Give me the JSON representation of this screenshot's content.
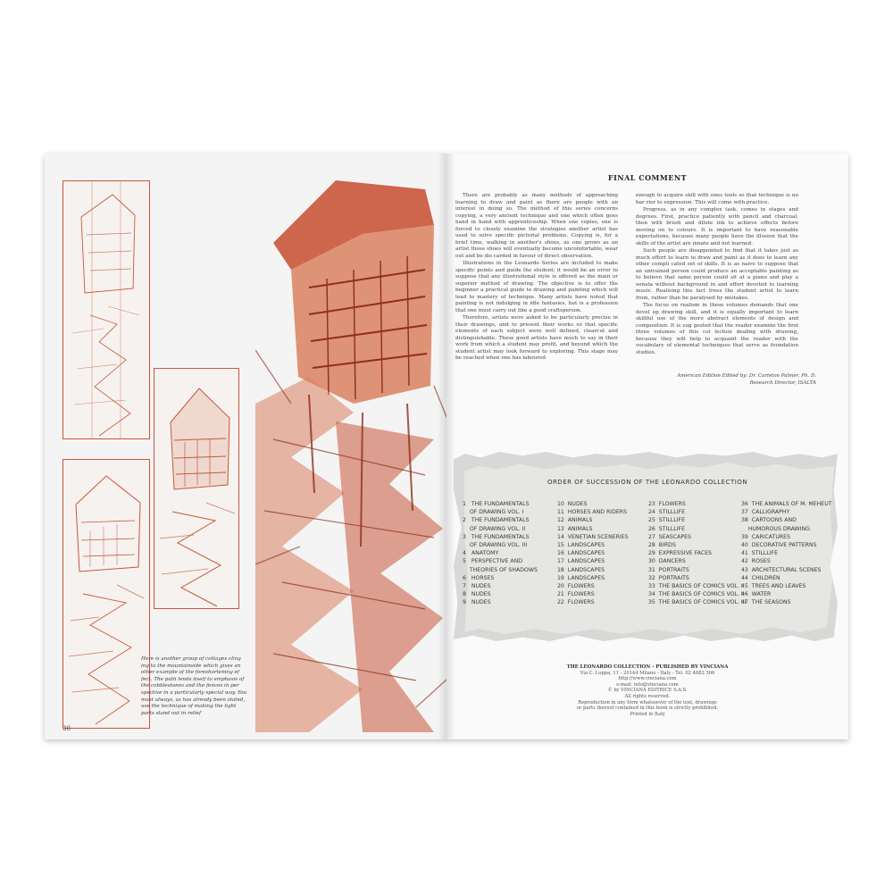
{
  "left_page": {
    "page_number": "30",
    "caption": "Here is another group of cottages cling ing to the mountainside which gives an other example of the foreshortening ef fect. The path lends itself to emphasis of the cobblestones and the fences in per spective in a particularly special way. You must always, as has already been stated, use the technique of making the light parts stand out in relief"
  },
  "right_page": {
    "title": "FINAL COMMENT",
    "col1": [
      "There are probably as many methods of approaching learning to draw and paint as there are people with an interest in doing so. The method of this series concerns copying, a very ancient technique and one which often goes hand in hand with apprenticeship. When one copies, one is forced to closely examine the strategies another artist has used to solve specific pictorial problems. Copying is, for a brief time, walking in another's shoes, as one grows as an artist those shoes will eventually become uncomfortable, wear out and be dis carded in favour of direct observation.",
      "Illustrations in the Leonardo Series are included to make specific points and guide the student; it would be an error to suppose that any illustrational style is offered as the main or superior method of drawing. The objective is to offer the beginner a practical guide to drawing and painting which will lead to mastery of technique. Many artists have noted that painting is not indulging in idle fantasies, but is a profession that one must carry out like a good craftsperson.",
      "Therefore, artists were asked to be particularly precise in their drawings, and to present their works so that specific elements of each subject were well defined, clearcut and distinguishable. These good artists have much to say in their work from which a student may profit, and beyond which the student artist may look forward to exploring. This stage may be reached when one has laboured"
    ],
    "col2": [
      "enough to acquire skill with ones tools so that technique is no bar rier to expression. This will come with practice.",
      "Progress, as in any complex task, comes in stages and degrees. First, practice patiently with pencil and charcoal, then with brush and dilute ink to achieve effects before moving on to colours. It is important to have reasonable expectations, because many people have the illusion that the skills of the artist are innate and not learned.",
      "Such people are disappointed to find that it takes just as much effort to learn to draw and paint as it does to learn any other compli cated set of skills. It is as naive to suppose that an untrained person could produce an acceptable painting as to believe that same person could sit at a piano and play a sonata without background in and effort devoted to learning music. Realising this fact frees the student artist to learn from, rather than be paralysed by mistakes.",
      "The focus on realism in these volumes demands that one devel op drawing skill, and it is equally important to learn skillful use of the more abstract elements of design and composition. It is sug gested that the reader examine the first three volumes of this col lection dealing with drawing, because they will help to acquaint the reader with the vocabulary of elemental techniques that serve as foundation studies."
    ],
    "credit_line1": "American Edition Edited by: Dr. Carleton Palmer, Ph. D.",
    "credit_line2": "Research Director, ISALTA",
    "order": {
      "title": "ORDER OF SUCCESSION OF THE LEONARDO COLLECTION",
      "col1": "1   THE FUNDAMENTALS\n    OF DRAWING VOL. I\n2   THE FUNDAMENTALS\n    OF DRAWING VOL. II\n3   THE FUNDAMENTALS\n    OF DRAWING VOL. III\n4   ANATOMY\n5   PERSPECTIVE AND\n    THEORIES OF SHADOWS\n6   HORSES\n7   NUDES\n8   NUDES\n9   NUDES",
      "col2": "10  NUDES\n11  HORSES AND RIDERS\n12  ANIMALS\n13  ANIMALS\n14  VENETIAN SCENERIES\n15  LANDSCAPES\n16  LANDSCAPES\n17  LANDSCAPES\n18  LANDSCAPES\n19  LANDSCAPES\n20  FLOWERS\n21  FLOWERS\n22  FLOWERS",
      "col3": "23  FLOWERS\n24  STILLLIFE\n25  STILLLIFE\n26  STILLLIFE\n27  SEASCAPES\n28  BIRDS\n29  EXPRESSIVE FACES\n30  DANCERS\n31  PORTRAITS\n32  PORTRAITS\n33  THE BASICS OF COMICS VOL. I\n34  THE BASICS OF COMICS VOL. II\n35  THE BASICS OF COMICS VOL. III",
      "col4": "36  THE ANIMALS OF M. MEHEUT\n37  CALLIGRAPHY\n38  CARTOONS AND\n    HUMOROUS DRAWING\n39  CARICATURES\n40  DECORATIVE PATTERNS\n41  STILLLIFE\n42  ROSES\n43  ARCHITECTURAL SCENES\n44  CHILDREN\n45  TREES AND LEAVES\n46  WATER\n47  THE SEASONS"
    },
    "publisher": {
      "line1": "THE LEONARDO COLLECTION - PUBLISHED BY VINCIANA",
      "line2": "Via C. Loppa, 11 - 20144 Milano - Italy - Tel. 02 4882 306",
      "line3": "http://www.vinciana.com",
      "line4": "e-mail: info@vinciana.com",
      "line5": "© by VINCIANA EDITRICE S.A.S.",
      "line6": "All rights reserved.",
      "line7": "Reproduction in any form whatsoever of the text, drawings",
      "line8": "or parts thereof contained in this book is strictly prohibited.",
      "line9": "Printed in Italy"
    }
  },
  "colors": {
    "sanguine": "#c9573a",
    "paper": "#f4f4f4",
    "torn_paper": "#e6e6e4"
  }
}
